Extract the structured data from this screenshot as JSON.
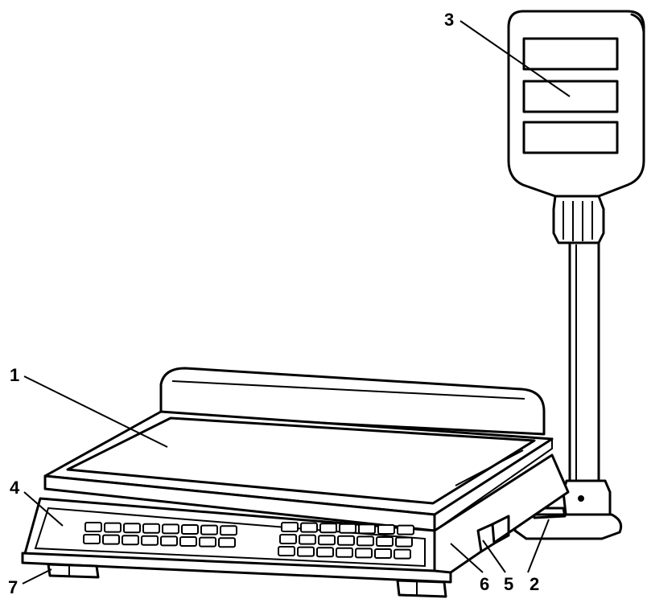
{
  "figure": {
    "subject_icon": "retail-weighing-scale-with-pole-display",
    "callouts": [
      {
        "id": "c1",
        "label": "1"
      },
      {
        "id": "c2",
        "label": "2"
      },
      {
        "id": "c3",
        "label": "3"
      },
      {
        "id": "c4",
        "label": "4"
      },
      {
        "id": "c5",
        "label": "5"
      },
      {
        "id": "c6",
        "label": "6"
      },
      {
        "id": "c7",
        "label": "7"
      }
    ]
  }
}
